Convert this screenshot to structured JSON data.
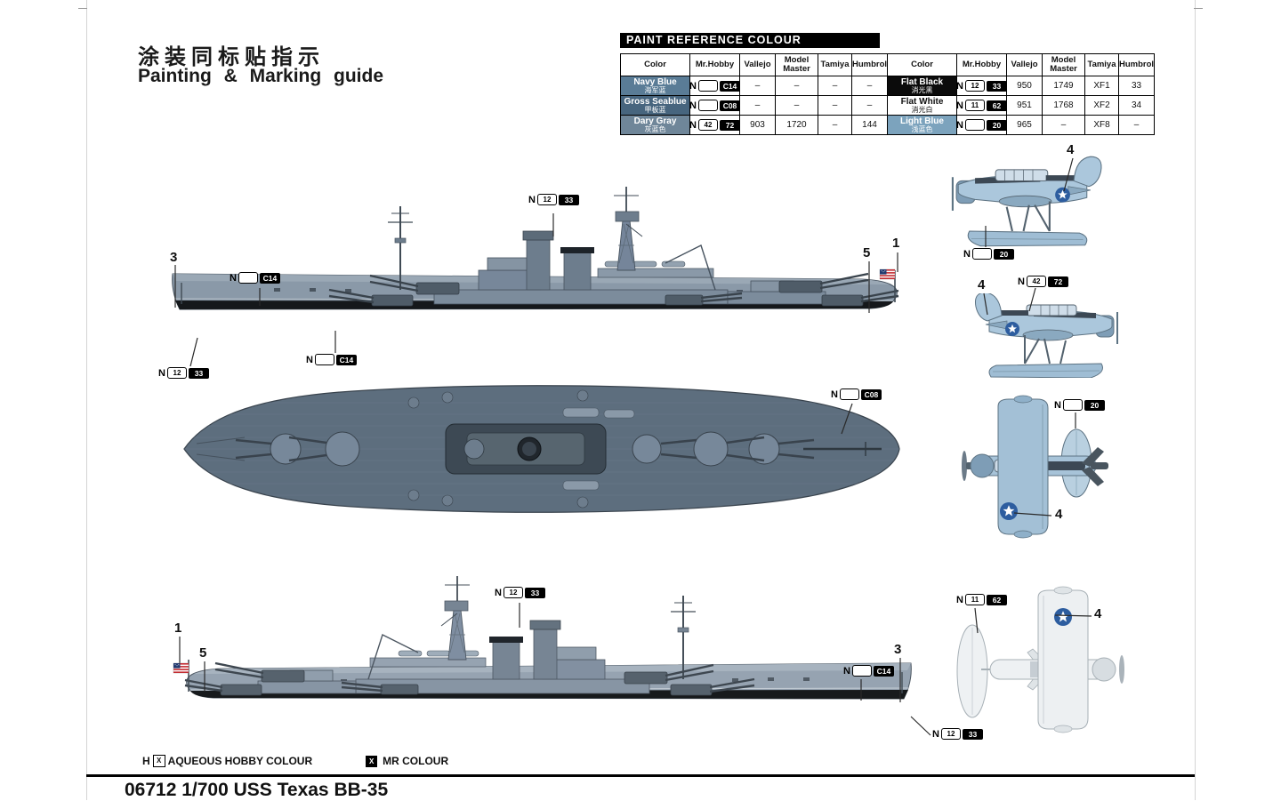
{
  "page": {
    "title_zh": "涂装同标贴指示",
    "title_en": "Painting & Marking guide",
    "footer_text": "06712 1/700 USS Texas BB-35"
  },
  "chip_prefix": "N",
  "paint_table": {
    "title": "PAINT REFERENCE COLOUR",
    "headers": [
      "Color",
      "Mr.Hobby",
      "Vallejo",
      "Model Master",
      "Tamiya",
      "Humbrol"
    ],
    "rows": [
      {
        "left": {
          "name": "Navy Blue",
          "zh": "海军蓝",
          "bg": "#5a7c96",
          "fg": "#ffffff",
          "hobby_h": "",
          "hobby_c": "C14",
          "vallejo": "–",
          "model_master": "–",
          "tamiya": "–",
          "humbrol": "–"
        },
        "right": {
          "name": "Flat Black",
          "zh": "消光黑",
          "bg": "#0b0b0b",
          "fg": "#ffffff",
          "hobby_h": "12",
          "hobby_c": "33",
          "vallejo": "950",
          "model_master": "1749",
          "tamiya": "XF1",
          "humbrol": "33"
        }
      },
      {
        "left": {
          "name": "Gross Seablue",
          "zh": "甲板蓝",
          "bg": "#47657e",
          "fg": "#ffffff",
          "hobby_h": "",
          "hobby_c": "C08",
          "vallejo": "–",
          "model_master": "–",
          "tamiya": "–",
          "humbrol": "–"
        },
        "right": {
          "name": "Flat White",
          "zh": "消光白",
          "bg": "#ffffff",
          "fg": "#111111",
          "hobby_h": "11",
          "hobby_c": "62",
          "vallejo": "951",
          "model_master": "1768",
          "tamiya": "XF2",
          "humbrol": "34"
        }
      },
      {
        "left": {
          "name": "Dary Gray",
          "zh": "灰蓝色",
          "bg": "#6f8699",
          "fg": "#ffffff",
          "hobby_h": "42",
          "hobby_c": "72",
          "vallejo": "903",
          "model_master": "1720",
          "tamiya": "–",
          "humbrol": "144"
        },
        "right": {
          "name": "Light Blue",
          "zh": "浅蓝色",
          "bg": "#7ca3bd",
          "fg": "#ffffff",
          "hobby_h": "",
          "hobby_c": "20",
          "vallejo": "965",
          "model_master": "–",
          "tamiya": "XF8",
          "humbrol": "–"
        }
      }
    ]
  },
  "legend": {
    "h_label": "H",
    "h_box": "X",
    "aqueous_label": "AQUEOUS HOBBY COLOUR",
    "mr_box": "X",
    "mr_label": "MR COLOUR"
  },
  "callouts": {
    "c1": {
      "h": "12",
      "c": "33"
    },
    "c2": {
      "h": "",
      "c": "C14"
    },
    "c3": {
      "h": "12",
      "c": "33"
    },
    "c4": {
      "h": "",
      "c": "C14"
    },
    "c5": {
      "h": "",
      "c": "C08"
    },
    "c6": {
      "h": "",
      "c": "20"
    },
    "c7": {
      "h": "42",
      "c": "72"
    },
    "c8": {
      "h": "",
      "c": "20"
    },
    "c9": {
      "h": "11",
      "c": "62"
    },
    "c10": {
      "h": "12",
      "c": "33"
    },
    "c11": {
      "h": "",
      "c": "C14"
    },
    "c12": {
      "h": "12",
      "c": "33"
    }
  },
  "numbers": {
    "top_bow": "3",
    "top_stern_5": "5",
    "top_stern_1": "1",
    "plane1": "4",
    "plane2": "4",
    "plane3": "4",
    "plane4": "4",
    "bottom_1": "1",
    "bottom_5": "5",
    "bottom_3": "3"
  },
  "colors": {
    "hull_gray": "#8a99a8",
    "deck_blue": "#5d6e7e",
    "boot_black": "#15181b",
    "aircraft_blue": "#a7c3d8",
    "aircraft_dark": "#3c4854",
    "roundel_blue": "#2d5d9f"
  }
}
